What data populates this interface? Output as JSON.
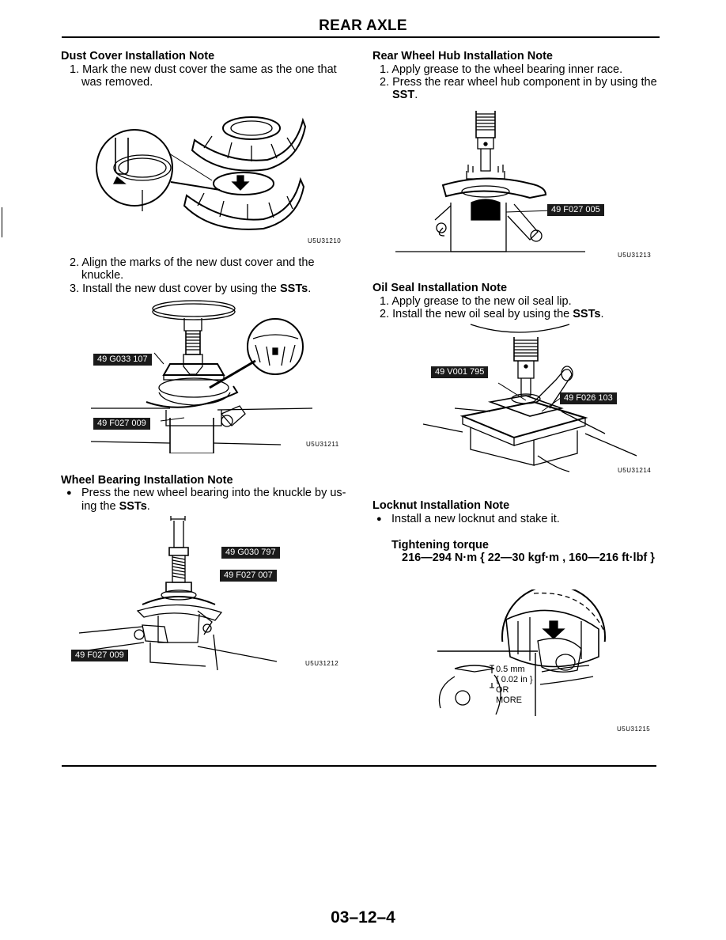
{
  "header": {
    "title": "REAR AXLE"
  },
  "page_number": "03–12–4",
  "dust_cover": {
    "heading": "Dust Cover Installation Note",
    "step1_a": "1. Mark the new dust cover the same as the one that",
    "step1_b": "was removed.",
    "fig1_code": "U5U31210",
    "step2_a": "2. Align  the  marks  of  the  new  dust  cover  and  the",
    "step2_b": "knuckle.",
    "step3_a": "3. Install the new dust cover by using the ",
    "step3_b": "SSTs",
    "step3_c": ".",
    "fig2_code": "U5U31211",
    "fig2_label1": "49 G033 107",
    "fig2_label2": "49 F027 009"
  },
  "wheel_bearing": {
    "heading": "Wheel Bearing Installation Note",
    "bullet": "●",
    "line1": "Press the new wheel bearing into the knuckle by us-",
    "line2_a": "ing the ",
    "line2_b": "SSTs",
    "line2_c": ".",
    "fig_code": "U5U31212",
    "label1": "49 G030 797",
    "label2": "49 F027 007",
    "label3": "49 F027 009"
  },
  "rear_hub": {
    "heading": "Rear Wheel Hub Installation Note",
    "step1": "1. Apply grease to the wheel bearing inner race.",
    "step2_a": "2. Press the rear wheel hub component in by using the",
    "step2_b": "SST",
    "step2_c": ".",
    "fig_code": "U5U31213",
    "label1": "49 F027 005"
  },
  "oil_seal": {
    "heading": "Oil Seal Installation Note",
    "step1": "1. Apply grease to the new oil seal lip.",
    "step2_a": "2. Install the new oil seal by using the ",
    "step2_b": "SSTs",
    "step2_c": ".",
    "fig_code": "U5U31214",
    "label1": "49 V001 795",
    "label2": "49 F026 103"
  },
  "locknut": {
    "heading": "Locknut Installation Note",
    "bullet": "●",
    "line1": "Install a new locknut and stake it.",
    "torque_heading": "Tightening torque",
    "torque_value": "216—294 N·m { 22—30 kgf·m , 160—216 ft·lbf }",
    "fig_code": "U5U31215",
    "dim1": "0.5 mm",
    "dim2": "{ 0.02 in }",
    "dim3": "OR",
    "dim4": "MORE"
  }
}
